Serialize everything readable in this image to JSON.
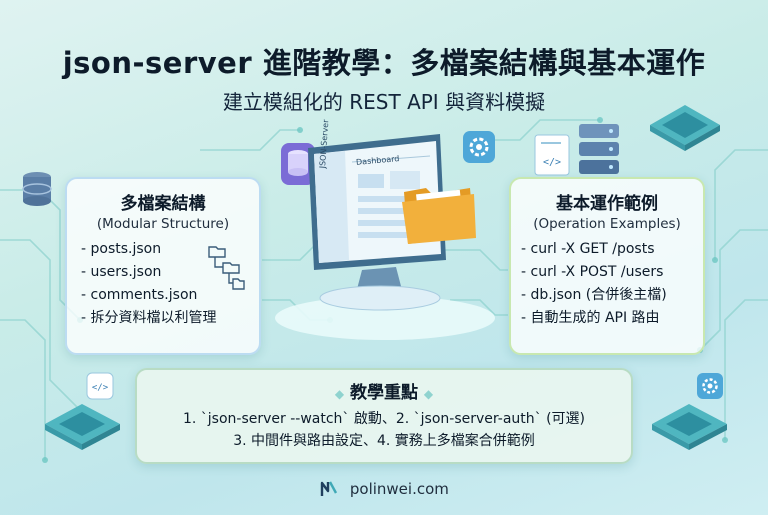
{
  "header": {
    "title": "json-server 進階教學：多檔案結構與基本運作",
    "subtitle": "建立模組化的 REST API 與資料模擬"
  },
  "left_card": {
    "heading": "多檔案結構",
    "subheading": "(Modular Structure)",
    "items": [
      "- posts.json",
      "- users.json",
      "- comments.json",
      "- 拆分資料檔以利管理"
    ]
  },
  "right_card": {
    "heading": "基本運作範例",
    "subheading": "(Operation Examples)",
    "items": [
      "- curl -X GET /posts",
      "- curl -X POST /users",
      "- db.json (合併後主檔)",
      "- 自動生成的 API 路由"
    ]
  },
  "bottom_card": {
    "heading": "教學重點",
    "line1": "1. `json-server --watch` 啟動、2. `json-server-auth` (可選)",
    "line2": "3. 中間件與路由設定、4. 實務上多檔案合併範例"
  },
  "monitor": {
    "sidebar_title": "JSON-Server",
    "panel_title": "Dashboard"
  },
  "footer": {
    "site": "polinwei.com"
  },
  "colors": {
    "title": "#0d1b2a",
    "left_border": "#bcdcf2",
    "right_border": "#c8e8b0",
    "bottom_border": "#b8dcc4",
    "folder": "#f2b03c"
  },
  "icons": [
    "database-icon",
    "code-icon",
    "gear-icon",
    "server-stack-icon",
    "folder-icon",
    "file-tree-icon",
    "chip-icon",
    "logo-icon"
  ]
}
